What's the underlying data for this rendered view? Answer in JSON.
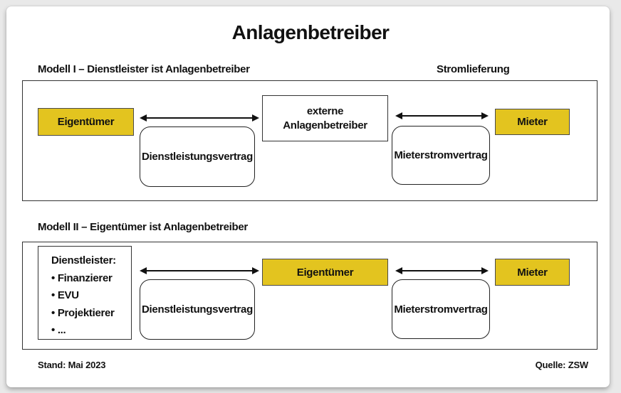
{
  "diagram": {
    "title": "Anlagenbetreiber",
    "colors": {
      "highlight": "#e3c41f"
    },
    "section1": {
      "heading": "Modell I – Dienstleister ist Anlagenbetreiber",
      "flow_label": "Stromlieferung",
      "owner": "Eigentümer",
      "service_contract": "Dienstleistungsvertrag",
      "operator_line1": "externe",
      "operator_line2": "Anlagenbetreiber",
      "tenant_contract": "Mieterstromvertrag",
      "tenant": "Mieter"
    },
    "section2": {
      "heading": "Modell II – Eigentümer ist Anlagenbetreiber",
      "provider_title": "Dienstleister:",
      "provider_items": [
        "• Finanzierer",
        "• EVU",
        "• Projektierer",
        "• ..."
      ],
      "service_contract": "Dienstleistungsvertrag",
      "owner": "Eigentümer",
      "tenant_contract": "Mieterstromvertrag",
      "tenant": "Mieter"
    },
    "footer": {
      "stand": "Stand: Mai 2023",
      "quelle": "Quelle: ZSW"
    }
  }
}
